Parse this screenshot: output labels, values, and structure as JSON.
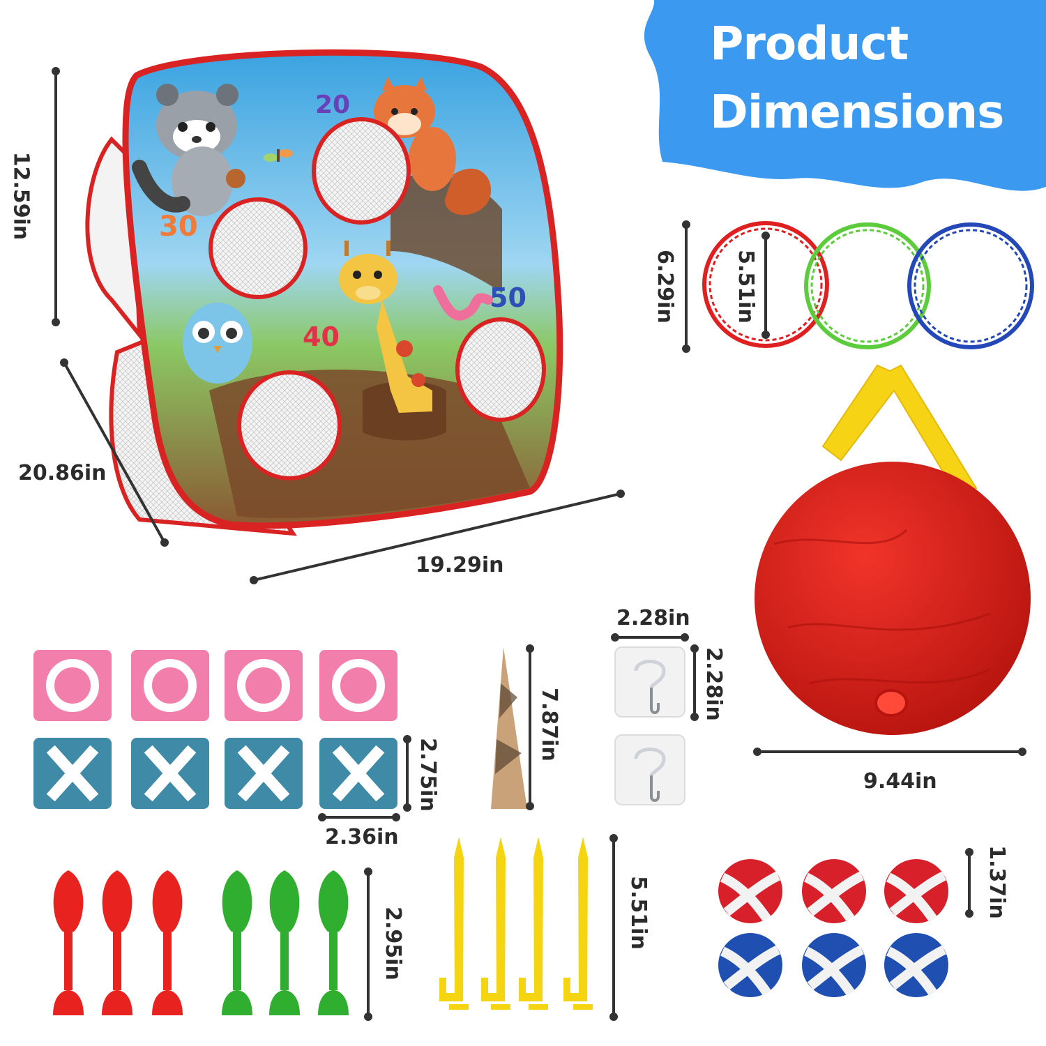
{
  "banner": {
    "line1": "Product",
    "line2": "Dimensions",
    "color": "#3b9af0"
  },
  "board": {
    "scores": [
      "20",
      "30",
      "40",
      "50"
    ],
    "height": "12.59in",
    "depth": "20.86in",
    "width": "19.29in"
  },
  "rings": {
    "outer": "6.29in",
    "inner": "5.51in",
    "colors": [
      "#e02020",
      "#5ccc3c",
      "#2448b8"
    ]
  },
  "bag": {
    "width": "9.44in",
    "color": "#e2231a"
  },
  "hooks": {
    "width": "2.28in",
    "height": "2.28in"
  },
  "beanbags": {
    "height": "2.75in",
    "width": "2.36in",
    "pink": "#f27fab",
    "blue": "#3f8aa6"
  },
  "arrow_tag": {
    "height": "7.87in"
  },
  "darts": {
    "height": "2.95in",
    "colors": [
      "#e8231f",
      "#2fae2f"
    ]
  },
  "stakes": {
    "height": "5.51in",
    "color": "#f5d512"
  },
  "balls": {
    "diameter": "1.37in",
    "colors": [
      "#d8202a",
      "#1f4fb0"
    ]
  }
}
